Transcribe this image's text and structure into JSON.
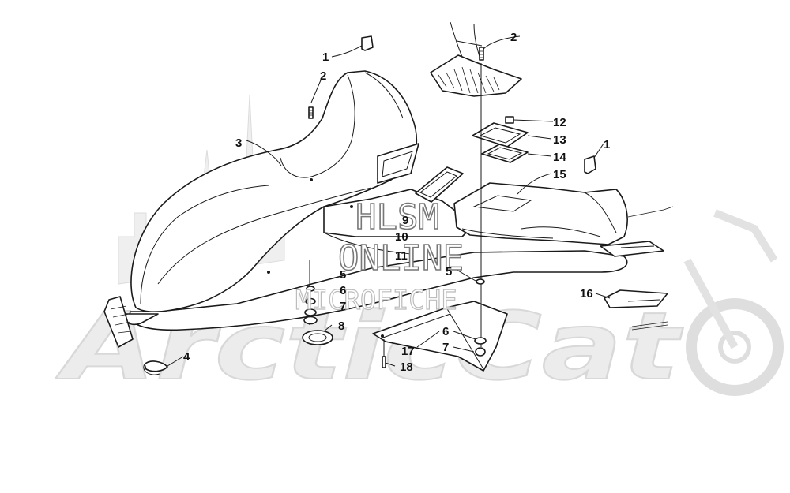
{
  "watermark": {
    "logo_text": "ArcticCat",
    "line1": "HLSM",
    "line2": "ONLINE",
    "line3": "MICROFICHE"
  },
  "callouts": [
    {
      "id": "c1a",
      "label": "1"
    },
    {
      "id": "c2a",
      "label": "2"
    },
    {
      "id": "c3",
      "label": "3"
    },
    {
      "id": "c4",
      "label": "4"
    },
    {
      "id": "c5a",
      "label": "5"
    },
    {
      "id": "c6a",
      "label": "6"
    },
    {
      "id": "c7a",
      "label": "7"
    },
    {
      "id": "c8",
      "label": "8"
    },
    {
      "id": "c9",
      "label": "9"
    },
    {
      "id": "c10",
      "label": "10"
    },
    {
      "id": "c11",
      "label": "11"
    },
    {
      "id": "c2b",
      "label": "2"
    },
    {
      "id": "c12",
      "label": "12"
    },
    {
      "id": "c13",
      "label": "13"
    },
    {
      "id": "c14",
      "label": "14"
    },
    {
      "id": "c15",
      "label": "15"
    },
    {
      "id": "c1b",
      "label": "1"
    },
    {
      "id": "c5b",
      "label": "5"
    },
    {
      "id": "c16",
      "label": "16"
    },
    {
      "id": "c6b",
      "label": "6"
    },
    {
      "id": "c7b",
      "label": "7"
    },
    {
      "id": "c17",
      "label": "17"
    },
    {
      "id": "c18",
      "label": "18"
    }
  ]
}
